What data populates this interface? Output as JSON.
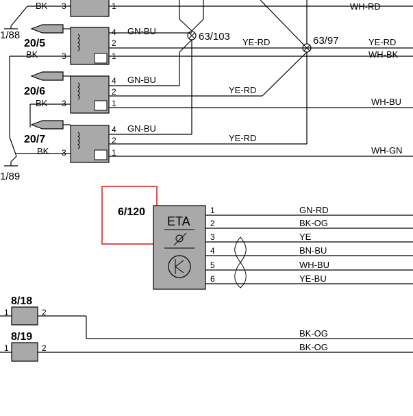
{
  "wire_colors": {
    "gn_bu": "GN-BU",
    "ye_rd": "YE-RD",
    "bk": "BK",
    "wh_rd": "WH-RD",
    "wh_bk": "WH-BK",
    "wh_bu": "WH-BU",
    "wh_gn": "WH-GN",
    "gn_rd": "GN-RD",
    "bk_og": "BK-OG",
    "ye": "YE",
    "bn_bu": "BN-BU",
    "ye_bu": "YE-BU"
  },
  "splices": {
    "s_63_103": "63/103",
    "s_63_97": "63/97"
  },
  "grounds": {
    "g_1_88": "1/88",
    "g_1_89": "1/89"
  },
  "relays": [
    {
      "id": "",
      "pins": [
        "3",
        "1"
      ]
    },
    {
      "id": "20/5",
      "pins": [
        "4",
        "2",
        "3",
        "1"
      ]
    },
    {
      "id": "20/6",
      "pins": [
        "4",
        "2",
        "3",
        "1"
      ]
    },
    {
      "id": "20/7",
      "pins": [
        "4",
        "2",
        "3",
        "1"
      ]
    }
  ],
  "eta_module": {
    "id": "6/120",
    "label": "ETA",
    "pins": [
      "1",
      "2",
      "3",
      "4",
      "5",
      "6"
    ]
  },
  "connectors": [
    {
      "id": "8/18",
      "pins": [
        "1",
        "2"
      ]
    },
    {
      "id": "8/19",
      "pins": [
        "1",
        "2"
      ]
    }
  ],
  "highlight_color": "#e0504f",
  "module_fill": "#a9a9a9"
}
